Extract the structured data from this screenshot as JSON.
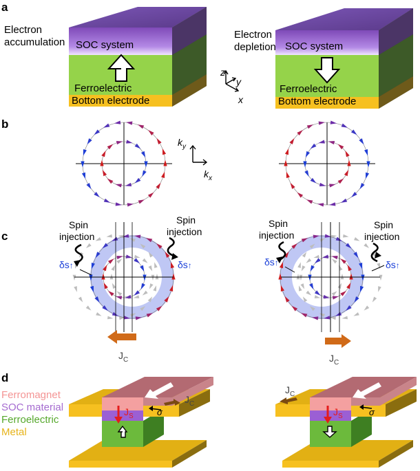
{
  "panels": {
    "a": {
      "letter": "a",
      "left": {
        "state": "Electron\naccumulation",
        "layer_top": "SOC system",
        "layer_mid": "Ferroelectric",
        "layer_bottom": "Bottom electrode"
      },
      "right": {
        "state": "Electron\ndepletion",
        "layer_top": "SOC system",
        "layer_mid": "Ferroelectric",
        "layer_bottom": "Bottom electrode"
      },
      "axes": {
        "z": "z",
        "y": "y",
        "x": "x"
      }
    },
    "b": {
      "letter": "b",
      "ky": "k",
      "ky_sub": "y",
      "kx": "k",
      "kx_sub": "x"
    },
    "c": {
      "letter": "c",
      "spin_injection": "Spin\ninjection",
      "ds": "δs",
      "ds_arrow": "↑",
      "jc": "J",
      "jc_sub": "C"
    },
    "d": {
      "letter": "d",
      "legend": [
        {
          "label": "Ferromagnet",
          "color": "#f4a0a0"
        },
        {
          "label": "SOC material",
          "color": "#a56bd0"
        },
        {
          "label": "Ferroelectric",
          "color": "#6cba3c"
        },
        {
          "label": "Metal",
          "color": "#f2c21a"
        }
      ],
      "js": "J",
      "js_sub": "S",
      "jc": "J",
      "jc_sub": "C",
      "sigma": "σ"
    }
  },
  "colors": {
    "red": "#d01c1c",
    "darkred": "#b01020",
    "purple": "#7a2aa0",
    "blue": "#1a3fd8",
    "gray": "#bdbdbd",
    "orange": "#d06a18",
    "soc": "#9b5fd4",
    "ferro": "#95d34a",
    "metal": "#f6c020"
  }
}
